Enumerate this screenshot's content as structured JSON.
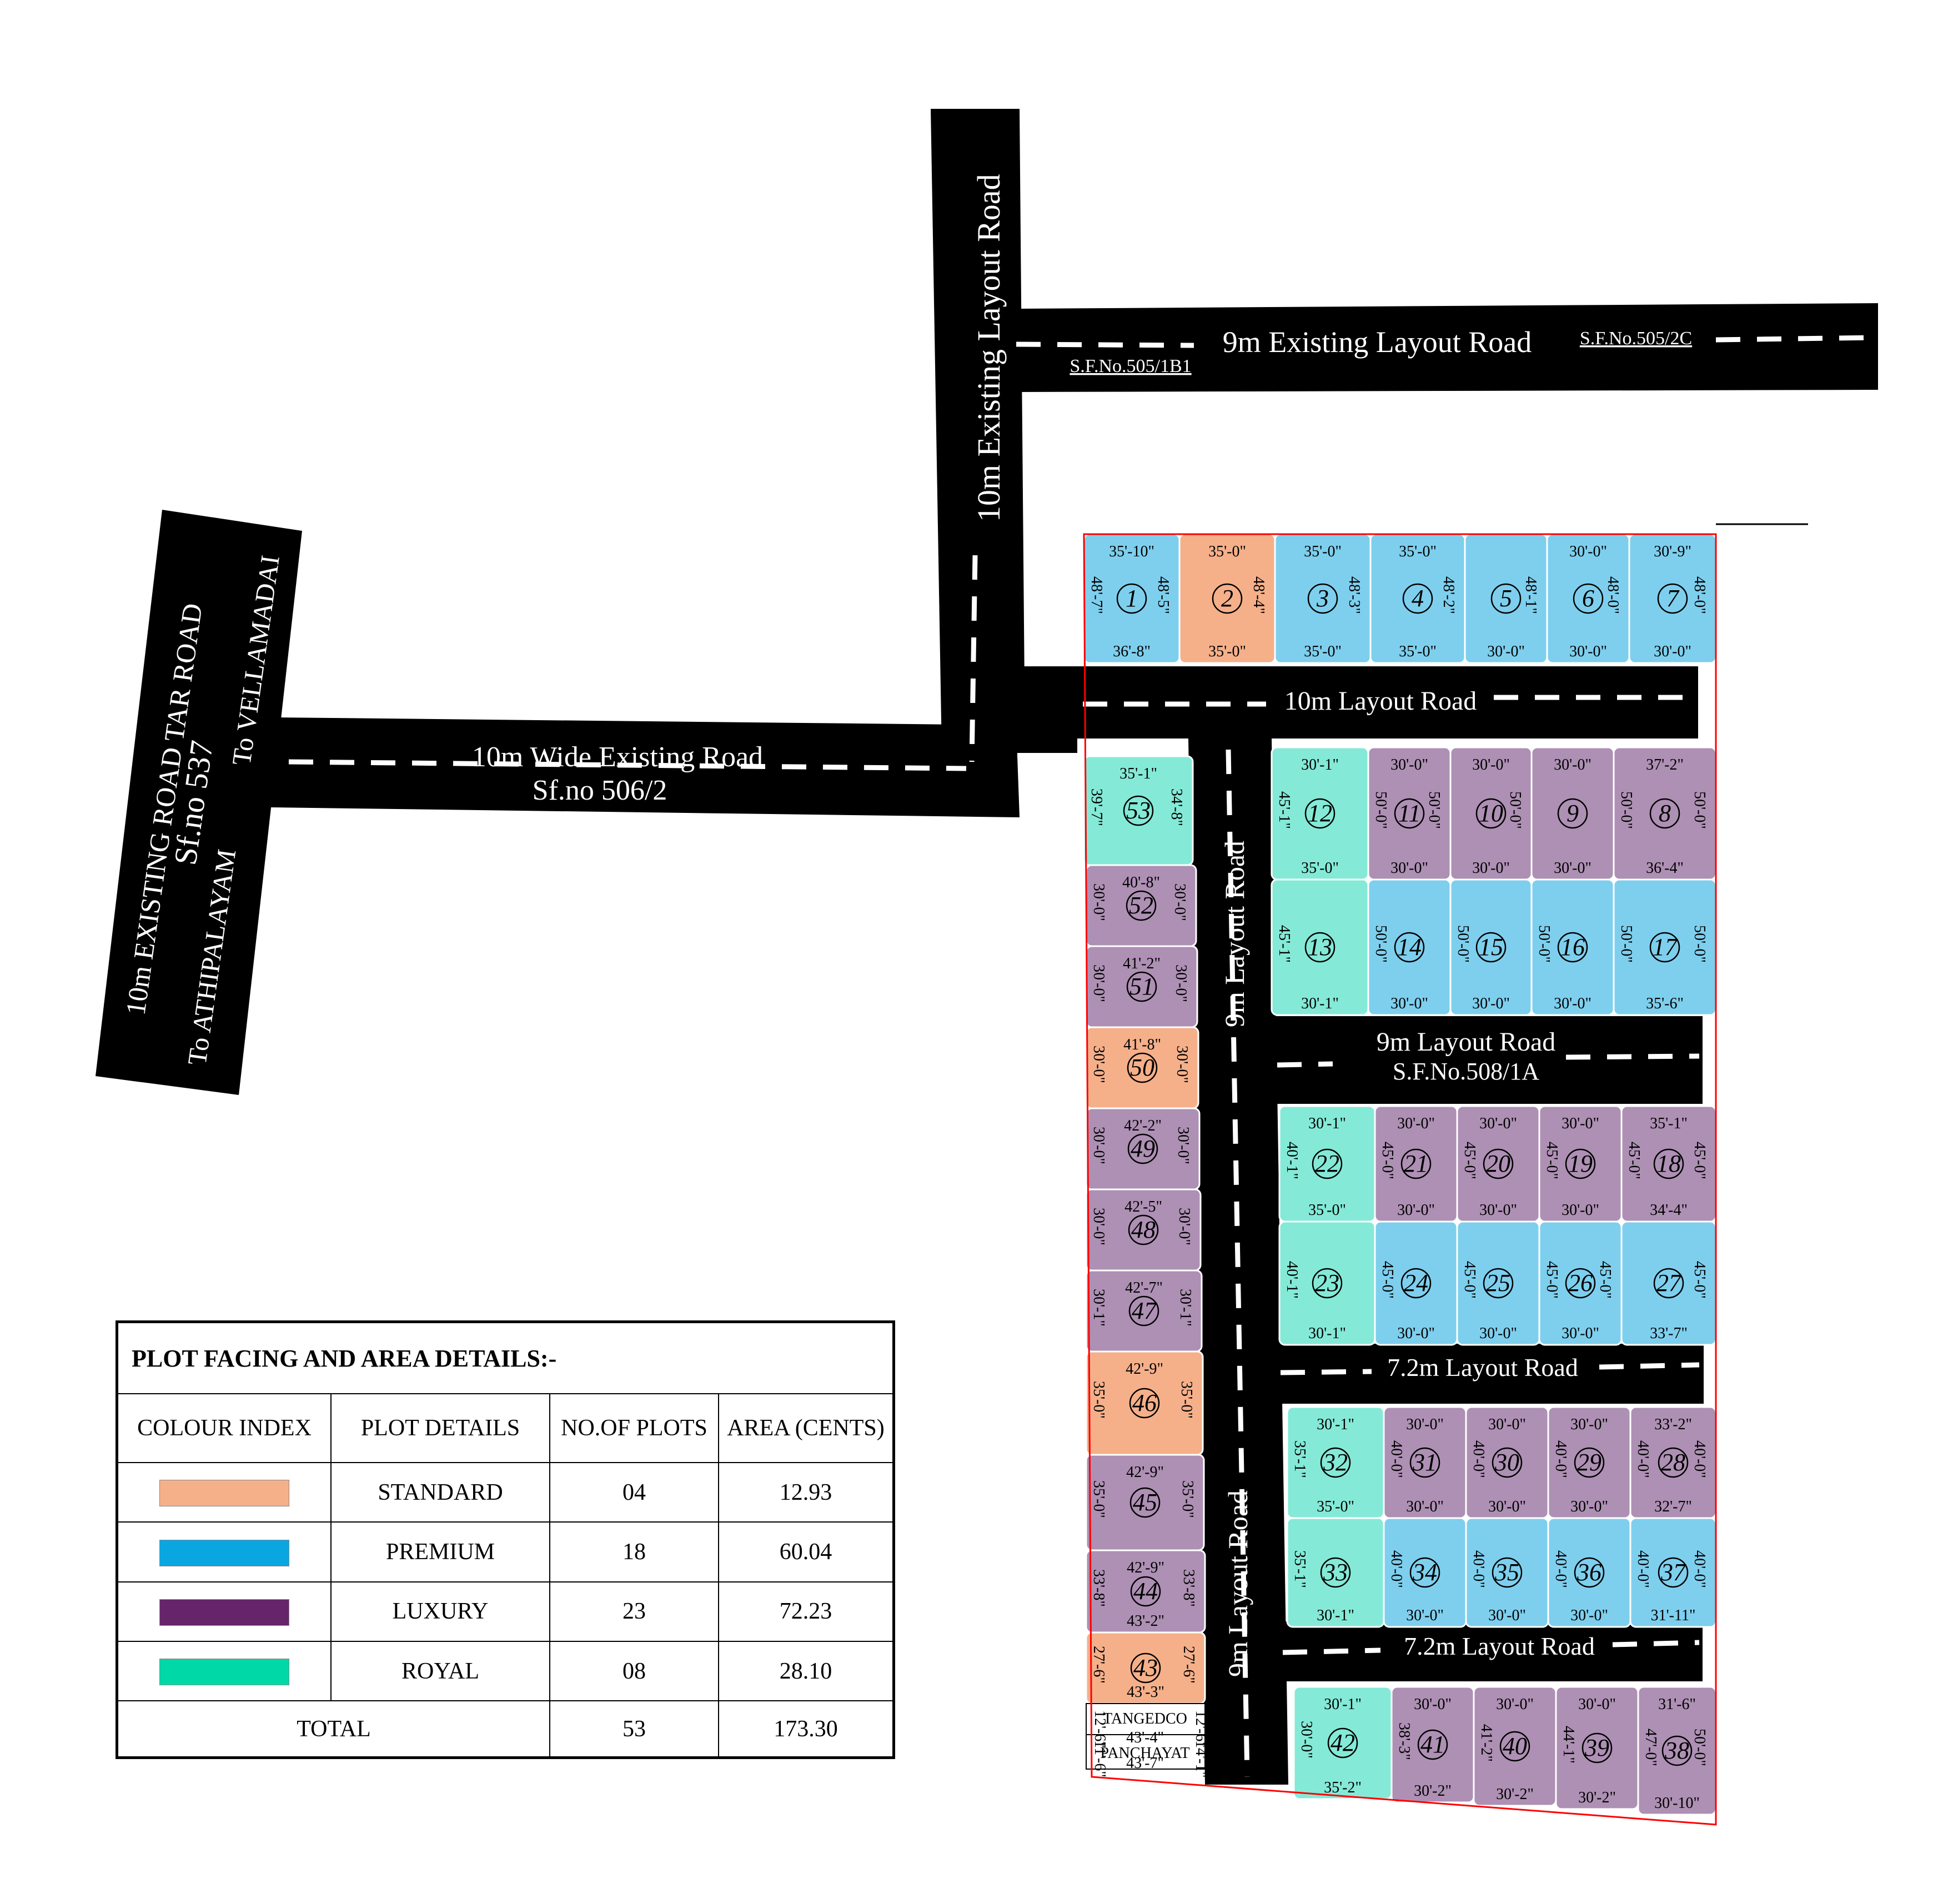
{
  "colors": {
    "standard": "#f5b08a",
    "premium": "#7ecfee",
    "luxury": "#ae90b4",
    "royal": "#84ead7",
    "road": "#000000",
    "boundary": "#ff0000",
    "legend_standard": "#f5b08a",
    "legend_premium": "#0aa6e2",
    "legend_luxury": "#66246a",
    "legend_royal": "#00d8a8"
  },
  "roads": {
    "tar_road": "10m EXISTING ROAD TAR ROAD",
    "tar_road_sf": "Sf.no 537",
    "to_vellamadai": "To VELLAMADAI",
    "to_athipalayam": "To ATHIPALAYAM",
    "wide_road": "10m Wide Existing Road",
    "wide_road_sf": "Sf.no 506/2",
    "existing_10m": "10m Existing Layout Road",
    "existing_9m": "9m Existing Layout Road",
    "sf_505_1b1": "S.F.No.505/1B1",
    "sf_505_2c": "S.F.No.505/2C",
    "layout_10m": "10m Layout Road",
    "layout_9m_a": "9m Layout Road",
    "layout_9m_b": "9m Layout Road",
    "layout_9m_mid": "9m Layout Road",
    "sf_508_1a": "S.F.No.508/1A",
    "layout_72_a": "7.2m Layout Road",
    "layout_72_b": "7.2m Layout Road"
  },
  "plots": [
    {
      "no": "1",
      "cat": "premium",
      "d": [
        "35'-10\"",
        "36'-8\"",
        "48'-7\"",
        "48'-5\""
      ]
    },
    {
      "no": "2",
      "cat": "standard",
      "d": [
        "35'-0\"",
        "35'-0\"",
        "",
        "48'-4\""
      ]
    },
    {
      "no": "3",
      "cat": "premium",
      "d": [
        "35'-0\"",
        "35'-0\"",
        "",
        "48'-3\""
      ]
    },
    {
      "no": "4",
      "cat": "premium",
      "d": [
        "35'-0\"",
        "35'-0\"",
        "",
        "48'-2\""
      ]
    },
    {
      "no": "5",
      "cat": "premium",
      "d": [
        "",
        "30'-0\"",
        "",
        "48'-1\""
      ]
    },
    {
      "no": "6",
      "cat": "premium",
      "d": [
        "30'-0\"",
        "30'-0\"",
        "",
        "48'-0\""
      ]
    },
    {
      "no": "7",
      "cat": "premium",
      "d": [
        "30'-9\"",
        "30'-0\"",
        "",
        "48'-0\""
      ]
    },
    {
      "no": "8",
      "cat": "luxury",
      "d": [
        "37'-2\"",
        "36'-4\"",
        "50'-0\"",
        "50'-0\""
      ]
    },
    {
      "no": "9",
      "cat": "luxury",
      "d": [
        "30'-0\"",
        "30'-0\"",
        "",
        ""
      ]
    },
    {
      "no": "10",
      "cat": "luxury",
      "d": [
        "30'-0\"",
        "30'-0\"",
        "",
        "50'-0\""
      ]
    },
    {
      "no": "11",
      "cat": "luxury",
      "d": [
        "30'-0\"",
        "30'-0\"",
        "50'-0\"",
        "50'-0\""
      ]
    },
    {
      "no": "12",
      "cat": "royal",
      "d": [
        "30'-1\"",
        "35'-0\"",
        "45'-1\"",
        ""
      ]
    },
    {
      "no": "13",
      "cat": "royal",
      "d": [
        "",
        "30'-1\"",
        "45'-1\"",
        ""
      ]
    },
    {
      "no": "14",
      "cat": "premium",
      "d": [
        "",
        "30'-0\"",
        "50'-0\"",
        ""
      ]
    },
    {
      "no": "15",
      "cat": "premium",
      "d": [
        "",
        "30'-0\"",
        "50'-0\"",
        ""
      ]
    },
    {
      "no": "16",
      "cat": "premium",
      "d": [
        "",
        "30'-0\"",
        "50'-0\"",
        ""
      ]
    },
    {
      "no": "17",
      "cat": "premium",
      "d": [
        "",
        "35'-6\"",
        "50'-0\"",
        "50'-0\""
      ]
    },
    {
      "no": "18",
      "cat": "luxury",
      "d": [
        "35'-1\"",
        "34'-4\"",
        "45'-0\"",
        "45'-0\""
      ]
    },
    {
      "no": "19",
      "cat": "luxury",
      "d": [
        "30'-0\"",
        "30'-0\"",
        "45'-0\"",
        ""
      ]
    },
    {
      "no": "20",
      "cat": "luxury",
      "d": [
        "30'-0\"",
        "30'-0\"",
        "45'-0\"",
        ""
      ]
    },
    {
      "no": "21",
      "cat": "luxury",
      "d": [
        "30'-0\"",
        "30'-0\"",
        "45'-0\"",
        ""
      ]
    },
    {
      "no": "22",
      "cat": "royal",
      "d": [
        "30'-1\"",
        "35'-0\"",
        "40'-1\"",
        ""
      ]
    },
    {
      "no": "23",
      "cat": "royal",
      "d": [
        "",
        "30'-1\"",
        "40'-1\"",
        ""
      ]
    },
    {
      "no": "24",
      "cat": "premium",
      "d": [
        "",
        "30'-0\"",
        "45'-0\"",
        ""
      ]
    },
    {
      "no": "25",
      "cat": "premium",
      "d": [
        "",
        "30'-0\"",
        "45'-0\"",
        ""
      ]
    },
    {
      "no": "26",
      "cat": "premium",
      "d": [
        "",
        "30'-0\"",
        "45'-0\"",
        "45'-0\""
      ]
    },
    {
      "no": "27",
      "cat": "premium",
      "d": [
        "",
        "33'-7\"",
        "",
        "45'-0\""
      ]
    },
    {
      "no": "28",
      "cat": "luxury",
      "d": [
        "33'-2\"",
        "32'-7\"",
        "40'-0\"",
        "40'-0\""
      ]
    },
    {
      "no": "29",
      "cat": "luxury",
      "d": [
        "30'-0\"",
        "30'-0\"",
        "40'-0\"",
        ""
      ]
    },
    {
      "no": "30",
      "cat": "luxury",
      "d": [
        "30'-0\"",
        "30'-0\"",
        "40'-0\"",
        ""
      ]
    },
    {
      "no": "31",
      "cat": "luxury",
      "d": [
        "30'-0\"",
        "30'-0\"",
        "40'-0\"",
        ""
      ]
    },
    {
      "no": "32",
      "cat": "royal",
      "d": [
        "30'-1\"",
        "35'-0\"",
        "35'-1\"",
        ""
      ]
    },
    {
      "no": "33",
      "cat": "royal",
      "d": [
        "",
        "30'-1\"",
        "35'-1\"",
        ""
      ]
    },
    {
      "no": "34",
      "cat": "premium",
      "d": [
        "",
        "30'-0\"",
        "40'-0\"",
        ""
      ]
    },
    {
      "no": "35",
      "cat": "premium",
      "d": [
        "",
        "30'-0\"",
        "40'-0\"",
        ""
      ]
    },
    {
      "no": "36",
      "cat": "premium",
      "d": [
        "",
        "30'-0\"",
        "40'-0\"",
        ""
      ]
    },
    {
      "no": "37",
      "cat": "premium",
      "d": [
        "",
        "31'-11\"",
        "40'-0\"",
        "40'-0\""
      ]
    },
    {
      "no": "38",
      "cat": "luxury",
      "d": [
        "31'-6\"",
        "30'-10\"",
        "47'-0\"",
        "50'-0\""
      ]
    },
    {
      "no": "39",
      "cat": "luxury",
      "d": [
        "30'-0\"",
        "30'-2\"",
        "44'-1\"",
        ""
      ]
    },
    {
      "no": "40",
      "cat": "luxury",
      "d": [
        "30'-0\"",
        "30'-2\"",
        "41'-2\"",
        ""
      ]
    },
    {
      "no": "41",
      "cat": "luxury",
      "d": [
        "30'-0\"",
        "30'-2\"",
        "38'-3\"",
        ""
      ]
    },
    {
      "no": "42",
      "cat": "royal",
      "d": [
        "30'-1\"",
        "35'-2\"",
        "30'-0\"",
        ""
      ]
    },
    {
      "no": "43",
      "cat": "standard",
      "d": [
        "",
        "43'-3\"",
        "27'-6\"",
        "27'-6\""
      ]
    },
    {
      "no": "44",
      "cat": "luxury",
      "d": [
        "42'-9\"",
        "43'-2\"",
        "33'-8\"",
        "33'-8\""
      ]
    },
    {
      "no": "45",
      "cat": "luxury",
      "d": [
        "42'-9\"",
        "",
        "35'-0\"",
        "35'-0\""
      ]
    },
    {
      "no": "46",
      "cat": "standard",
      "d": [
        "42'-9\"",
        "",
        "35'-0\"",
        "35'-0\""
      ]
    },
    {
      "no": "47",
      "cat": "luxury",
      "d": [
        "42'-7\"",
        "",
        "30'-1\"",
        "30'-1\""
      ]
    },
    {
      "no": "48",
      "cat": "luxury",
      "d": [
        "42'-5\"",
        "",
        "30'-0\"",
        "30'-0\""
      ]
    },
    {
      "no": "49",
      "cat": "luxury",
      "d": [
        "42'-2\"",
        "",
        "30'-0\"",
        "30'-0\""
      ]
    },
    {
      "no": "50",
      "cat": "standard",
      "d": [
        "41'-8\"",
        "",
        "30'-0\"",
        "30'-0\""
      ]
    },
    {
      "no": "51",
      "cat": "luxury",
      "d": [
        "41'-2\"",
        "",
        "30'-0\"",
        "30'-0\""
      ]
    },
    {
      "no": "52",
      "cat": "luxury",
      "d": [
        "40'-8\"",
        "",
        "30'-0\"",
        "30'-0\""
      ]
    },
    {
      "no": "53",
      "cat": "royal",
      "d": [
        "35'-1\"",
        "",
        "39'-7\"",
        "34'-8\""
      ]
    }
  ],
  "reserved": {
    "tangedco": "TANGEDCO",
    "panchayat": "PANCHAYAT",
    "d1": "43'-4\"",
    "d2": "43'-7\"",
    "d3": "12'-6\"",
    "d4": "12'-6\"",
    "d5": "14'-1\"",
    "d6": "12'-6\"",
    "d7": "11'-6\""
  },
  "legend": {
    "title": "PLOT FACING AND AREA DETAILS:-",
    "headers": [
      "COLOUR INDEX",
      "PLOT  DETAILS",
      "NO.OF PLOTS",
      "AREA (CENTS)"
    ],
    "rows": [
      {
        "color_key": "standard",
        "name": "STANDARD",
        "count": "04",
        "area": "12.93"
      },
      {
        "color_key": "premium",
        "name": "PREMIUM",
        "count": "18",
        "area": "60.04"
      },
      {
        "color_key": "luxury",
        "name": "LUXURY",
        "count": "23",
        "area": "72.23"
      },
      {
        "color_key": "royal",
        "name": "ROYAL",
        "count": "08",
        "area": "28.10"
      }
    ],
    "total_label": "TOTAL",
    "total_count": "53",
    "total_area": "173.30"
  }
}
